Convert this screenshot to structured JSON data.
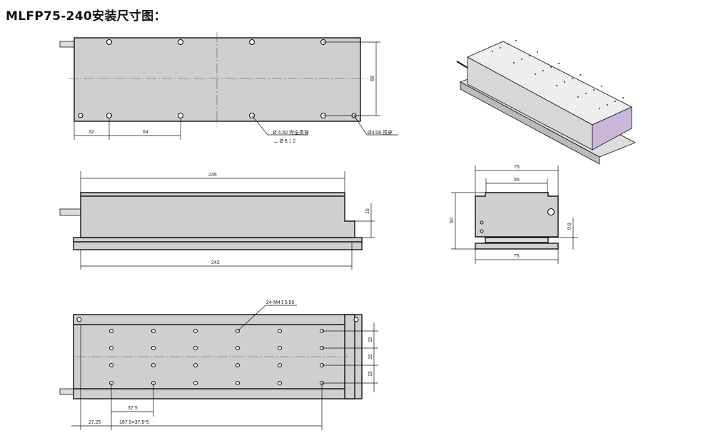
{
  "title": "MLFP75-240安装尺寸图：",
  "top_view": {
    "dim_32": "32",
    "dim_64": "64",
    "dim_68": "68",
    "note_hole_1": "Ø 4.50 完全贯穿",
    "note_counterbore": "⌴ Ø 8 ↧ 2",
    "note_hole_2": "Ø4.06 贯穿"
  },
  "side_view": {
    "dim_235": "235",
    "dim_242": "242",
    "dim_15": "15"
  },
  "bottom_view": {
    "note_threads": "24-M4↧5.50",
    "dim_15_a": "15",
    "dim_15_b": "15",
    "dim_15_c": "15",
    "dim_37_5": "37.5",
    "dim_27_25": "27.25",
    "dim_187_5": "187.5=37.5*5"
  },
  "end_view": {
    "dim_75_top": "75",
    "dim_55": "55",
    "dim_50": "50",
    "dim_0_8": "0.8",
    "dim_75_bottom": "75"
  },
  "colors": {
    "body": "#cfcfcf",
    "iso_top": "#e8e8e8",
    "iso_side": "#c9b6d9"
  }
}
